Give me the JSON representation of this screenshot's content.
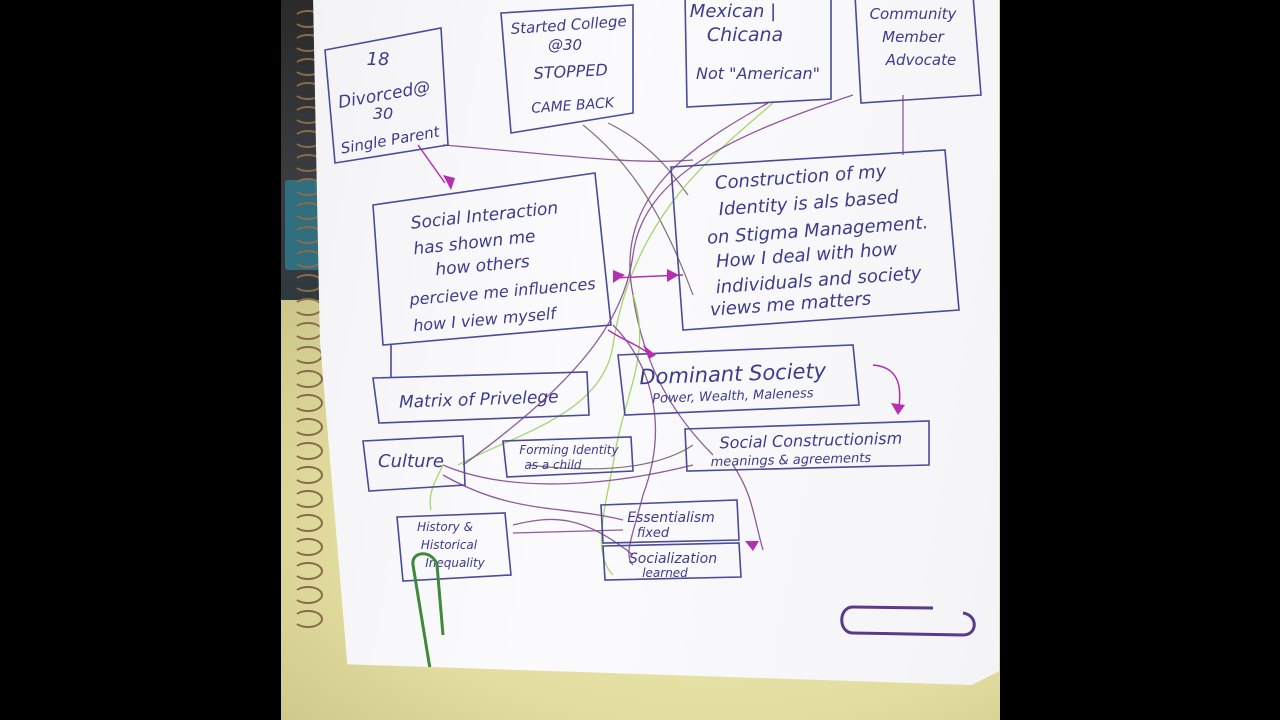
{
  "boxes": {
    "personal": {
      "line1": "18",
      "line2": "Divorced@",
      "line3": "30",
      "line4": "Single Parent"
    },
    "college": {
      "line1": "Started College",
      "line2": "@30",
      "line3": "STOPPED",
      "line4": "CAME BACK"
    },
    "ethnicity": {
      "line1": "Mexican |",
      "line2": "Chicana",
      "line3": "Not \"American\""
    },
    "community": {
      "line1": "Community",
      "line2": "Member",
      "line3": "Advocate"
    },
    "social_interaction": {
      "line1": "Social Interaction",
      "line2": "has shown me",
      "line3": "how others",
      "line4": "percieve me influences",
      "line5": "how I view myself"
    },
    "construction": {
      "line1": "Construction of my",
      "line2": "Identity is als based",
      "line3": "on Stigma Management.",
      "line4": "How I deal with how",
      "line5": "individuals and society",
      "line6": "views me matters"
    },
    "matrix": {
      "line1": "Matrix of Privelege"
    },
    "dominant": {
      "line1": "Dominant Society",
      "line2": "Power, Wealth, Maleness"
    },
    "culture": {
      "line1": "Culture"
    },
    "forming": {
      "line1": "Forming Identity",
      "line2": "as a child"
    },
    "constructionism": {
      "line1": "Social Constructionism",
      "line2": "meanings & agreements"
    },
    "history": {
      "line1": "History &",
      "line2": "Historical",
      "line3": "Inequality"
    },
    "essentialism": {
      "line1": "Essentialism",
      "line2": "fixed"
    },
    "socialization": {
      "line1": "Socialization",
      "line2": "learned"
    }
  },
  "colors": {
    "ink_blue": "#3d3b8e",
    "marker_purple": "#7a3e8c",
    "marker_green": "#9ad35b",
    "marker_magenta": "#b52fb0",
    "paper": "#f7f7fa",
    "table": "#e6e2a6"
  },
  "objects": {
    "green_clip": "green-paperclip",
    "purple_clip": "purple-paperclip",
    "binder": "binder-rings"
  }
}
